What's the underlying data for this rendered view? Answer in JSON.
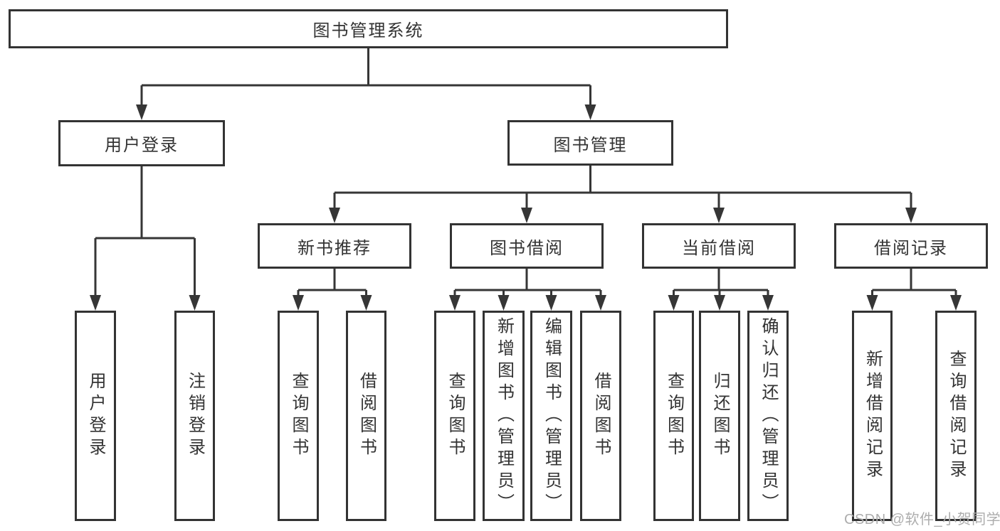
{
  "tree": {
    "root": {
      "label": "图书管理系统"
    },
    "branches": [
      {
        "label": "用户登录",
        "children": [
          {
            "label": "用户登录"
          },
          {
            "label": "注销登录"
          }
        ]
      },
      {
        "label": "图书管理",
        "children": [
          {
            "label": "新书推荐",
            "children": [
              {
                "label": "查询图书"
              },
              {
                "label": "借阅图书"
              }
            ]
          },
          {
            "label": "图书借阅",
            "children": [
              {
                "label": "查询图书"
              },
              {
                "label": "新增图书（管理员）"
              },
              {
                "label": "编辑图书（管理员）"
              },
              {
                "label": "借阅图书"
              }
            ]
          },
          {
            "label": "当前借阅",
            "children": [
              {
                "label": "查询图书"
              },
              {
                "label": "归还图书"
              },
              {
                "label": "确认归还（管理员）"
              }
            ]
          },
          {
            "label": "借阅记录",
            "children": [
              {
                "label": "新增借阅记录"
              },
              {
                "label": "查询借阅记录"
              }
            ]
          }
        ]
      }
    ]
  },
  "watermark": {
    "text": "CSDN @软件_小贺同学"
  },
  "colors": {
    "line": "#363636",
    "border": "#333333",
    "fill": "#ffffff",
    "text": "#333333",
    "watermark": "#adadad"
  }
}
